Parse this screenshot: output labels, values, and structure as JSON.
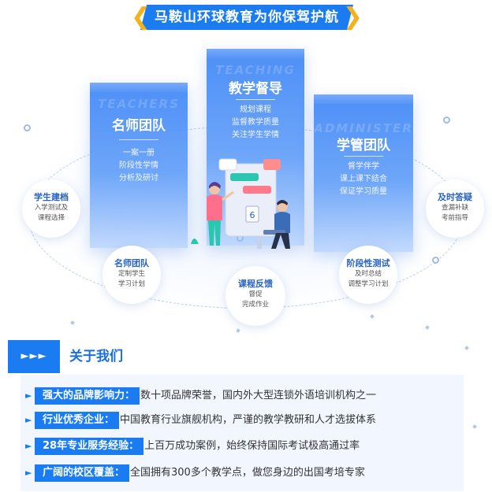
{
  "header": {
    "title": "马鞍山环球教育为你保驾护航",
    "brand_color": "#1a7cf0",
    "chevron_color": "#f5b21d"
  },
  "pillars": [
    {
      "ghost": "TEACHERS",
      "title": "名师团队",
      "lines": [
        "一案一册",
        "阶段性学情",
        "分析及研讨"
      ]
    },
    {
      "ghost": "TEACHING",
      "title": "教学督导",
      "lines": [
        "规划课程",
        "监督教学质量",
        "关注学生学情"
      ]
    },
    {
      "ghost": "ADMINISTER",
      "title": "学管团队",
      "lines": [
        "督学伴学",
        "课上课下结合",
        "保证学习质量"
      ]
    }
  ],
  "nodes": [
    {
      "title": "学生建档",
      "lines": [
        "入学测试及",
        "课程选择"
      ]
    },
    {
      "title": "名师团队",
      "lines": [
        "定制学生",
        "学习计划"
      ]
    },
    {
      "title": "课程反馈",
      "lines": [
        "督促",
        "完成作业"
      ]
    },
    {
      "title": "阶段性测试",
      "lines": [
        "及时总结",
        "调整学习计划"
      ]
    },
    {
      "title": "及时答疑",
      "lines": [
        "查漏补缺",
        "考前指导"
      ]
    }
  ],
  "illustration": {
    "screen_number": "6"
  },
  "about": {
    "arrows": "►►►",
    "title": "关于我们",
    "items": [
      {
        "tag": "强大的品牌影响力：",
        "text": "数十项品牌荣誉，国内外大型连锁外语培训机构之一"
      },
      {
        "tag": "行业优秀企业：",
        "text": "中国教育行业旗舰机构，严谨的教学教研和人才选拔体系"
      },
      {
        "tag": "28年专业服务经验：",
        "text": "上百万成功案例，始终保持国际考试极高通过率"
      },
      {
        "tag": "广阔的校区覆盖：",
        "text": "全国拥有300多个教学点，做您身边的出国考培专家"
      }
    ]
  }
}
